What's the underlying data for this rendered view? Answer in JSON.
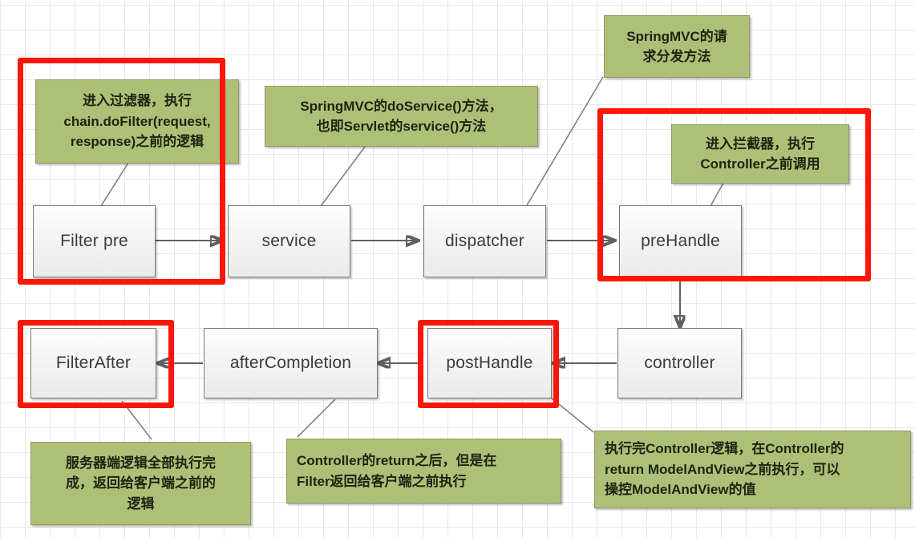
{
  "diagram": {
    "title": "SpringMVC Filter / Interceptor execution order",
    "colors": {
      "note_fill": "#aec078",
      "note_border": "#8d9b63",
      "node_fill": "#f2f2f2",
      "node_border": "#777777",
      "highlight": "#fb1605",
      "grid_minor": "#e8e8e8",
      "grid_major": "#d4d4d4"
    },
    "nodes": [
      {
        "id": "filter-pre",
        "label": "Filter pre"
      },
      {
        "id": "service",
        "label": "service"
      },
      {
        "id": "dispatcher",
        "label": "dispatcher"
      },
      {
        "id": "pre-handle",
        "label": "preHandle"
      },
      {
        "id": "controller",
        "label": "controller"
      },
      {
        "id": "post-handle",
        "label": "postHandle"
      },
      {
        "id": "after-completion",
        "label": "afterCompletion"
      },
      {
        "id": "filter-after",
        "label": "FilterAfter"
      }
    ],
    "notes": [
      {
        "id": "note-filter-pre",
        "lines": [
          "进入过滤器，执行",
          "chain.doFilter(request,",
          "response)之前的逻辑"
        ]
      },
      {
        "id": "note-service",
        "lines": [
          "SpringMVC的doService()方法，",
          "也即Servlet的service()方法"
        ]
      },
      {
        "id": "note-dispatcher",
        "lines": [
          "SpringMVC的请",
          "求分发方法"
        ]
      },
      {
        "id": "note-pre-handle",
        "lines": [
          "进入拦截器，执行",
          "Controller之前调用"
        ]
      },
      {
        "id": "note-post-handle",
        "lines": [
          "执行完Controller逻辑，在Controller的",
          "return ModelAndView之前执行，可以",
          "操控ModelAndView的值"
        ]
      },
      {
        "id": "note-after-completion",
        "lines": [
          "Controller的return之后，但是在",
          "Filter返回给客户端之前执行"
        ]
      },
      {
        "id": "note-filter-after",
        "lines": [
          "服务器端逻辑全部执行完",
          "成，返回给客户端之前的",
          "逻辑"
        ]
      }
    ],
    "highlights": [
      {
        "id": "highlight-filter-pre",
        "covers": "Filter pre"
      },
      {
        "id": "highlight-pre-handle",
        "covers": "preHandle"
      },
      {
        "id": "highlight-filter-after",
        "covers": "FilterAfter"
      },
      {
        "id": "highlight-post-handle",
        "covers": "postHandle"
      }
    ],
    "edges": [
      {
        "from": "Filter pre",
        "to": "service",
        "kind": "arrow"
      },
      {
        "from": "service",
        "to": "dispatcher",
        "kind": "arrow"
      },
      {
        "from": "dispatcher",
        "to": "preHandle",
        "kind": "arrow"
      },
      {
        "from": "preHandle",
        "to": "controller",
        "kind": "arrow"
      },
      {
        "from": "controller",
        "to": "postHandle",
        "kind": "arrow"
      },
      {
        "from": "postHandle",
        "to": "afterCompletion",
        "kind": "arrow"
      },
      {
        "from": "afterCompletion",
        "to": "FilterAfter",
        "kind": "arrow"
      }
    ]
  }
}
